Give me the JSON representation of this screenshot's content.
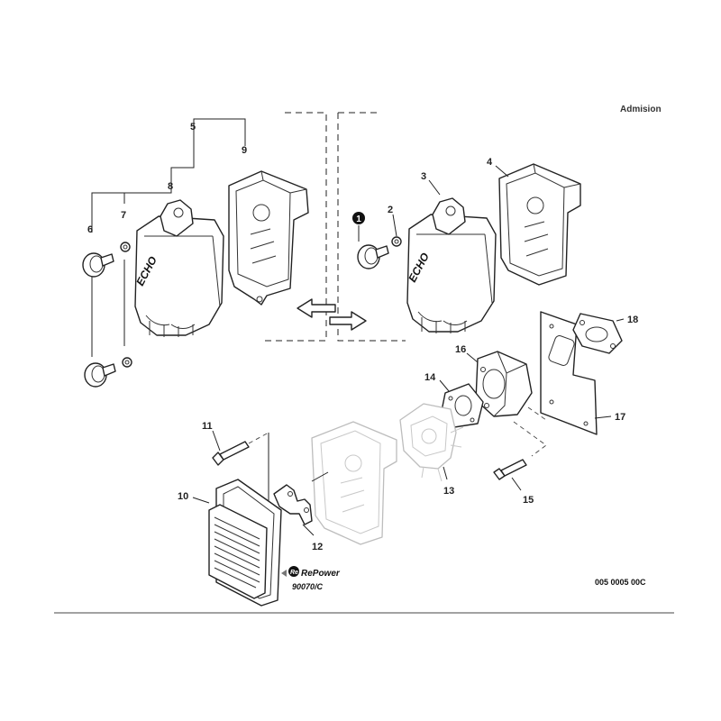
{
  "header": {
    "section": "Admision"
  },
  "labels": {
    "p1": "1",
    "p2": "2",
    "p3": "3",
    "p4": "4",
    "p5": "5",
    "p6": "6",
    "p7": "7",
    "p8": "8",
    "p9": "9",
    "p10": "10",
    "p11": "11",
    "p12": "12",
    "p13": "13",
    "p14": "14",
    "p15": "15",
    "p16": "16",
    "p17": "17",
    "p18": "18"
  },
  "cover_brand": "ECHO",
  "logo": {
    "name": "RePower",
    "code": "90070/C"
  },
  "drawing_code": "005 0005 00C"
}
